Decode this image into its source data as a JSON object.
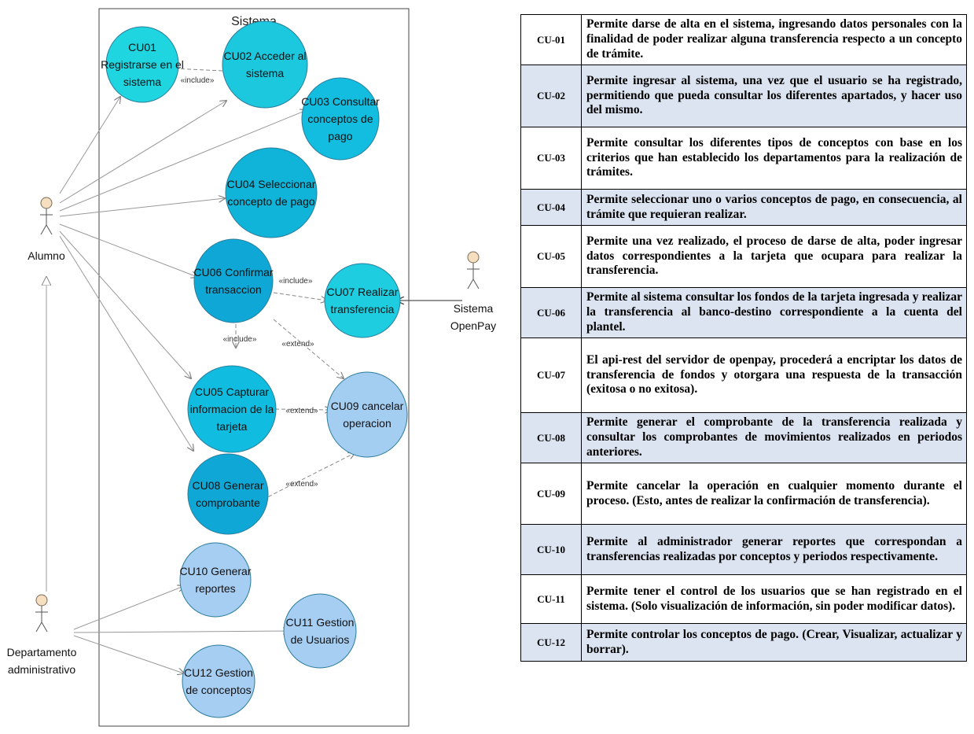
{
  "diagram": {
    "system_title": "Sistema",
    "actors": [
      {
        "id": "alumno",
        "label_lines": [
          "Alumno"
        ]
      },
      {
        "id": "openpay",
        "label_lines": [
          "Sistema",
          "OpenPay"
        ]
      },
      {
        "id": "depto",
        "label_lines": [
          "Departamento",
          "administrativo"
        ]
      }
    ],
    "use_cases": [
      {
        "id": "cu01",
        "lines": [
          "CU01",
          "Registrarse en el",
          "sistema"
        ],
        "color": "#1fd5e0"
      },
      {
        "id": "cu02",
        "lines": [
          "CU02 Acceder al",
          "sistema"
        ],
        "color": "#1cc8dd"
      },
      {
        "id": "cu03",
        "lines": [
          "CU03 Consultar",
          "conceptos de",
          "pago"
        ],
        "color": "#12bde0"
      },
      {
        "id": "cu04",
        "lines": [
          "CU04 Seleccionar",
          "concepto de pago"
        ],
        "color": "#10b4d9"
      },
      {
        "id": "cu06",
        "lines": [
          "CU06 Confirmar",
          "transaccion"
        ],
        "color": "#0fa8d6"
      },
      {
        "id": "cu07",
        "lines": [
          "CU07 Realizar",
          "transferencia"
        ],
        "color": "#1ecde0"
      },
      {
        "id": "cu05",
        "lines": [
          "CU05 Capturar",
          "informacion de la",
          "tarjeta"
        ],
        "color": "#10bde0"
      },
      {
        "id": "cu09",
        "lines": [
          "CU09 cancelar",
          "operacion"
        ],
        "color": "#a4cdf2"
      },
      {
        "id": "cu08",
        "lines": [
          "CU08 Generar",
          "comprobante"
        ],
        "color": "#0fa8d6"
      },
      {
        "id": "cu10",
        "lines": [
          "CU10 Generar",
          "reportes"
        ],
        "color": "#a6cdf2"
      },
      {
        "id": "cu11",
        "lines": [
          "CU11 Gestion",
          "de Usuarios"
        ],
        "color": "#a6cdf2"
      },
      {
        "id": "cu12",
        "lines": [
          "CU12 Gestion",
          "de conceptos"
        ],
        "color": "#a6cdf2"
      }
    ],
    "relation_labels": {
      "include": "«include»",
      "extend": "«extend»"
    }
  },
  "table": [
    {
      "id": "CU-01",
      "text": "Permite darse de alta en el sistema, ingresando datos personales con la finalidad de poder realizar alguna transferencia respecto a un concepto de trámite."
    },
    {
      "id": "CU-02",
      "text": "Permite ingresar al sistema, una vez que el usuario se ha registrado, permitiendo que pueda consultar los diferentes apartados, y hacer uso del mismo."
    },
    {
      "id": "CU-03",
      "text": "Permite consultar los diferentes tipos de conceptos con base en los criterios que han establecido los departamentos para la realización de trámites."
    },
    {
      "id": "CU-04",
      "text": "Permite seleccionar uno o varios conceptos de pago, en consecuencia, al trámite que requieran realizar."
    },
    {
      "id": "CU-05",
      "text": "Permite una vez realizado, el proceso de darse de alta, poder ingresar datos correspondientes a la tarjeta que ocupara para realizar la transferencia."
    },
    {
      "id": "CU-06",
      "text": "Permite al sistema consultar los fondos de la tarjeta ingresada y realizar la transferencia al banco-destino correspondiente a la cuenta del plantel."
    },
    {
      "id": "CU-07",
      "text": "El api-rest del servidor de openpay, procederá a encriptar los datos de transferencia de fondos y otorgara una respuesta de la transacción (exitosa o no exitosa)."
    },
    {
      "id": "CU-08",
      "text": "Permite generar el comprobante de la transferencia realizada y consultar los comprobantes de movimientos realizados en periodos anteriores."
    },
    {
      "id": "CU-09",
      "text": "Permite cancelar la operación en cualquier momento durante el proceso. (Esto, antes de realizar la confirmación de transferencia)."
    },
    {
      "id": "CU-10",
      "text": "Permite al administrador generar reportes que correspondan a transferencias realizadas por conceptos y periodos respectivamente."
    },
    {
      "id": "CU-11",
      "text": "Permite tener el control de los usuarios que se han registrado en el sistema. (Solo visualización de información, sin poder modificar datos)."
    },
    {
      "id": "CU-12",
      "text": "Permite controlar los conceptos de pago. (Crear, Visualizar, actualizar y borrar)."
    }
  ]
}
